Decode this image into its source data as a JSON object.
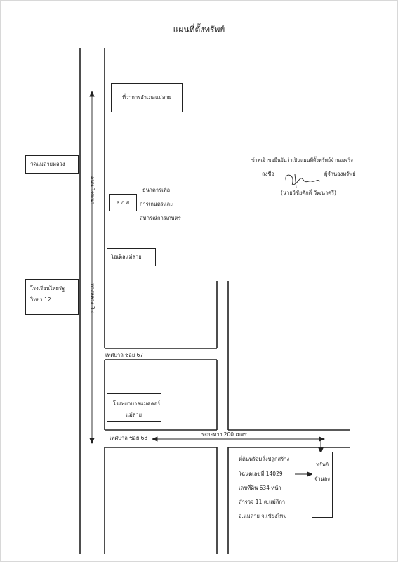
{
  "title": "แผนที่ตั้งทรัพย์",
  "labels": {
    "district_office": "ที่ว่าการอำเภอแม่ลาย",
    "temple_left": "วัดแม่ลายหลวง",
    "road_vertical_a": "ถนน โชตนา",
    "baac_code": "ธ.ก.ส",
    "baac_line1": "ธนาคารเพื่อ",
    "baac_line2": "การเกษตรและ",
    "baac_line3": "สหกรณ์การเกษตร",
    "hotel": "โฮเต็ลแม่ลาย",
    "school_line1": "โรงเรียนไทยรัฐ",
    "school_line2": "วิทยา 12",
    "road_vertical_b": "ทางหลวง 3 ง.",
    "soi_67": "เทศบาล ซอย 67",
    "hospital_line1": "โรงพยาบาลแมคคอร์",
    "hospital_line2": "แม่ลาย",
    "soi_68": "เทศบาล ซอย 68",
    "distance": "ระยะทาง 200 เมตร",
    "property_line1": "ทรัพย์",
    "property_line2": "จำนอง",
    "desc_line1": "ที่ดินพร้อมสิ่งปลูกสร้าง",
    "desc_line2": "โฉนดเลขที่ 14029",
    "desc_line3": "เลขที่ดิน 634 หน้า",
    "desc_line4": "สำรวจ 11 ต.แม่ลิกา",
    "desc_line5": "อ.แม่ลาย จ.เชียงใหม่",
    "cert_line1": "ข้าพเจ้าขอยืนยันว่าเป็นแผนที่ตั้งทรัพย์จำนองจริง",
    "cert_line2_a": "ลงชื่อ",
    "cert_line2_b": "ผู้จำนองทรัพย์",
    "cert_line3": "(นายวิชัยศักดิ์ วัฒนาศรี)"
  },
  "colors": {
    "line": "#222222",
    "frame": "#d8d8d8"
  }
}
